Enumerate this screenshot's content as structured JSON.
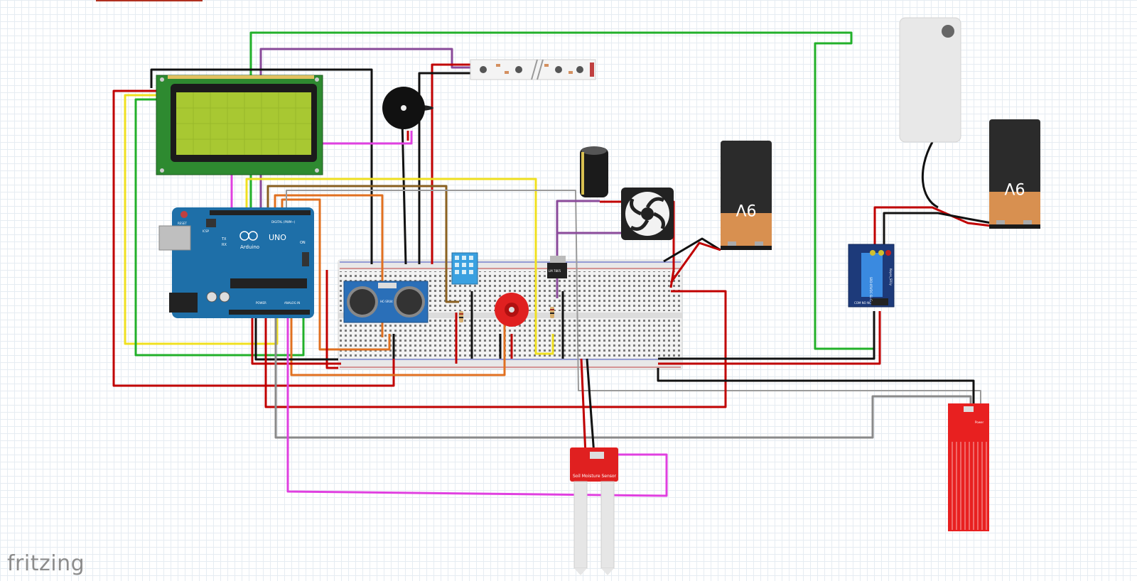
{
  "app": {
    "watermark": "fritzing"
  },
  "arduino": {
    "model_label": "UNO",
    "brand_label": "Arduino",
    "reset_label": "RESET",
    "icsp_label": "ICSP",
    "digital_label": "DIGITAL (PWM~)",
    "analog_label": "ANALOG IN",
    "power_label": "POWER",
    "tx_label": "TX",
    "rx_label": "RX",
    "on_label": "ON"
  },
  "battery_left": {
    "label": "9V"
  },
  "battery_right": {
    "label": "9V"
  },
  "ultrasonic": {
    "label": "HC-SR04"
  },
  "soil_sensor": {
    "label": "Soil Moisture Sensor"
  },
  "relay": {
    "label": "SRD-05VDC-SL-C",
    "brand": "Keyes_SR1y",
    "pins_label": "COM  NO  NC"
  },
  "water_sensor": {
    "label": "Power"
  },
  "regulator": {
    "label": "LM 7805"
  },
  "colors": {
    "wire_red": "#c00000",
    "wire_black": "#111111",
    "wire_green": "#22b02a",
    "wire_yellow": "#f0e020",
    "wire_magenta": "#e040e0",
    "wire_purple": "#8a4a9a",
    "wire_orange": "#e07020",
    "wire_gray": "#8a8a8a",
    "wire_brown": "#8a6020",
    "arduino_blue": "#1e6fa8",
    "lcd_green": "#a8c832",
    "sensor_red": "#e02020"
  }
}
